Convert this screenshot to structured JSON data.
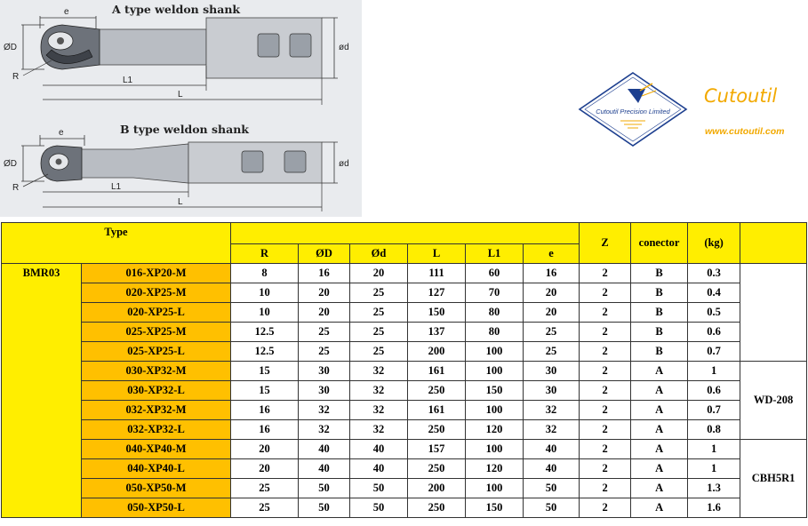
{
  "drawing": {
    "label_a": "A type weldon shank",
    "label_b": "B type weldon shank",
    "dims": {
      "e": "e",
      "D": "ØD",
      "d": "ød",
      "R": "R",
      "L1": "L1",
      "L": "L"
    }
  },
  "brand": {
    "name": "Cutoutil",
    "url": "www.cutoutil.com",
    "badge": "Cutoutil Precision Limited",
    "colors": {
      "accent": "#f2a900",
      "badge_blue": "#1d3f8f"
    }
  },
  "table": {
    "type_header": "Type",
    "columns": [
      "R",
      "ØD",
      "Ød",
      "L",
      "L1",
      "e",
      "Z",
      "conector",
      "(kg)"
    ],
    "series": "BMR03",
    "rows": [
      {
        "code": "016-XP20-M",
        "R": "8",
        "D": "16",
        "d": "20",
        "L": "111",
        "L1": "60",
        "e": "16",
        "Z": "2",
        "con": "B",
        "kg": "0.3"
      },
      {
        "code": "020-XP25-M",
        "R": "10",
        "D": "20",
        "d": "25",
        "L": "127",
        "L1": "70",
        "e": "20",
        "Z": "2",
        "con": "B",
        "kg": "0.4"
      },
      {
        "code": "020-XP25-L",
        "R": "10",
        "D": "20",
        "d": "25",
        "L": "150",
        "L1": "80",
        "e": "20",
        "Z": "2",
        "con": "B",
        "kg": "0.5"
      },
      {
        "code": "025-XP25-M",
        "R": "12.5",
        "D": "25",
        "d": "25",
        "L": "137",
        "L1": "80",
        "e": "25",
        "Z": "2",
        "con": "B",
        "kg": "0.6"
      },
      {
        "code": "025-XP25-L",
        "R": "12.5",
        "D": "25",
        "d": "25",
        "L": "200",
        "L1": "100",
        "e": "25",
        "Z": "2",
        "con": "B",
        "kg": "0.7"
      },
      {
        "code": "030-XP32-M",
        "R": "15",
        "D": "30",
        "d": "32",
        "L": "161",
        "L1": "100",
        "e": "30",
        "Z": "2",
        "con": "A",
        "kg": "1"
      },
      {
        "code": "030-XP32-L",
        "R": "15",
        "D": "30",
        "d": "32",
        "L": "250",
        "L1": "150",
        "e": "30",
        "Z": "2",
        "con": "A",
        "kg": "0.6"
      },
      {
        "code": "032-XP32-M",
        "R": "16",
        "D": "32",
        "d": "32",
        "L": "161",
        "L1": "100",
        "e": "32",
        "Z": "2",
        "con": "A",
        "kg": "0.7"
      },
      {
        "code": "032-XP32-L",
        "R": "16",
        "D": "32",
        "d": "32",
        "L": "250",
        "L1": "120",
        "e": "32",
        "Z": "2",
        "con": "A",
        "kg": "0.8"
      },
      {
        "code": "040-XP40-M",
        "R": "20",
        "D": "40",
        "d": "40",
        "L": "157",
        "L1": "100",
        "e": "40",
        "Z": "2",
        "con": "A",
        "kg": "1"
      },
      {
        "code": "040-XP40-L",
        "R": "20",
        "D": "40",
        "d": "40",
        "L": "250",
        "L1": "120",
        "e": "40",
        "Z": "2",
        "con": "A",
        "kg": "1"
      },
      {
        "code": "050-XP50-M",
        "R": "25",
        "D": "50",
        "d": "50",
        "L": "200",
        "L1": "100",
        "e": "50",
        "Z": "2",
        "con": "A",
        "kg": "1.3"
      },
      {
        "code": "050-XP50-L",
        "R": "25",
        "D": "50",
        "d": "50",
        "L": "250",
        "L1": "150",
        "e": "50",
        "Z": "2",
        "con": "A",
        "kg": "1.6"
      }
    ],
    "inserts": [
      "WD-208",
      "CBH5R1"
    ]
  }
}
